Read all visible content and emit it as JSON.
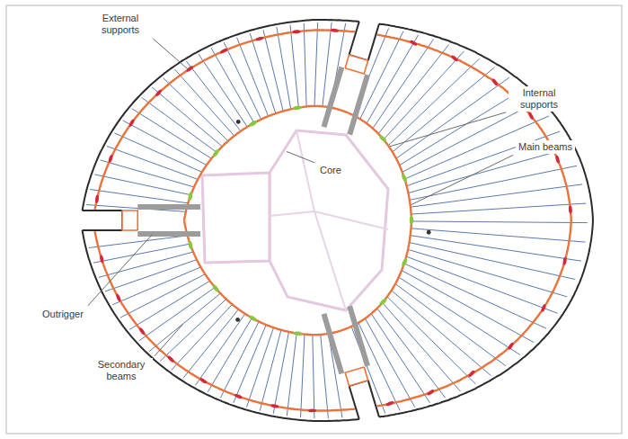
{
  "diagram": {
    "labels": [
      "External supports",
      "Core",
      "Internal supports",
      "Main beams",
      "Outrigger",
      "Secondary beams"
    ]
  }
}
